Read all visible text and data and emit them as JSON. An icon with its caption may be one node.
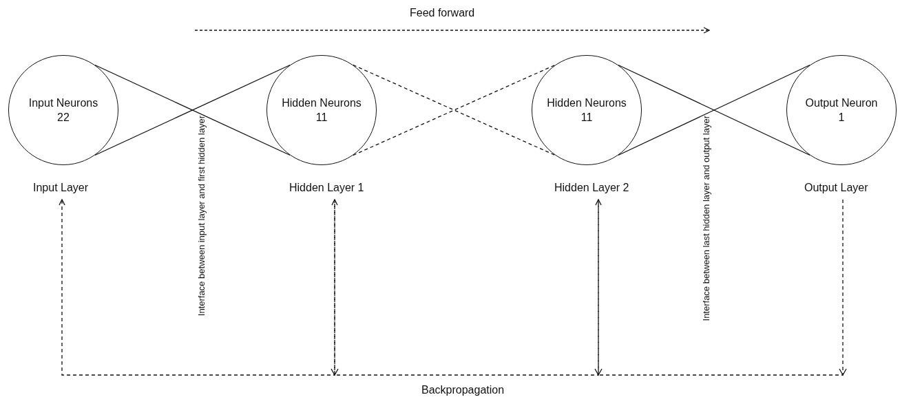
{
  "diagram": {
    "nodes": [
      {
        "text": [
          "Input Neurons",
          "22"
        ]
      },
      {
        "text": [
          "Hidden Neurons",
          "11"
        ]
      },
      {
        "text": [
          "Hidden Neurons",
          "11"
        ]
      },
      {
        "text": [
          "Output Neuron",
          "1"
        ]
      },
      {
        "text": [
          "Input Layer"
        ]
      },
      {
        "text": [
          "Hidden Layer 1"
        ]
      },
      {
        "text": [
          "Hidden Layer 2"
        ]
      },
      {
        "text": [
          "Output Layer"
        ]
      }
    ],
    "edges": [
      {
        "from": 0,
        "to": 1,
        "arrow": "none"
      },
      {
        "from": 0,
        "to": 1,
        "arrow": "none"
      },
      {
        "from": 1,
        "to": 2,
        "arrow": "none",
        "style": "dashed"
      },
      {
        "from": 1,
        "to": 2,
        "arrow": "none",
        "style": "dashed"
      },
      {
        "from": 2,
        "to": 3,
        "arrow": "none"
      },
      {
        "from": 2,
        "to": 3,
        "arrow": "none"
      },
      {
        "from": 7,
        "to": 6,
        "arrow": "to",
        "style": "dashed"
      },
      {
        "from": 6,
        "to": 5,
        "arrow": "to",
        "style": "dashed"
      },
      {
        "from": 5,
        "to": 4,
        "arrow": "to",
        "style": "dashed"
      }
    ],
    "labels": [
      "Feed forward",
      "Interface between input layer and first hidden layer",
      "Interface between last hidden layer and output layer",
      "Backpropagation"
    ]
  }
}
